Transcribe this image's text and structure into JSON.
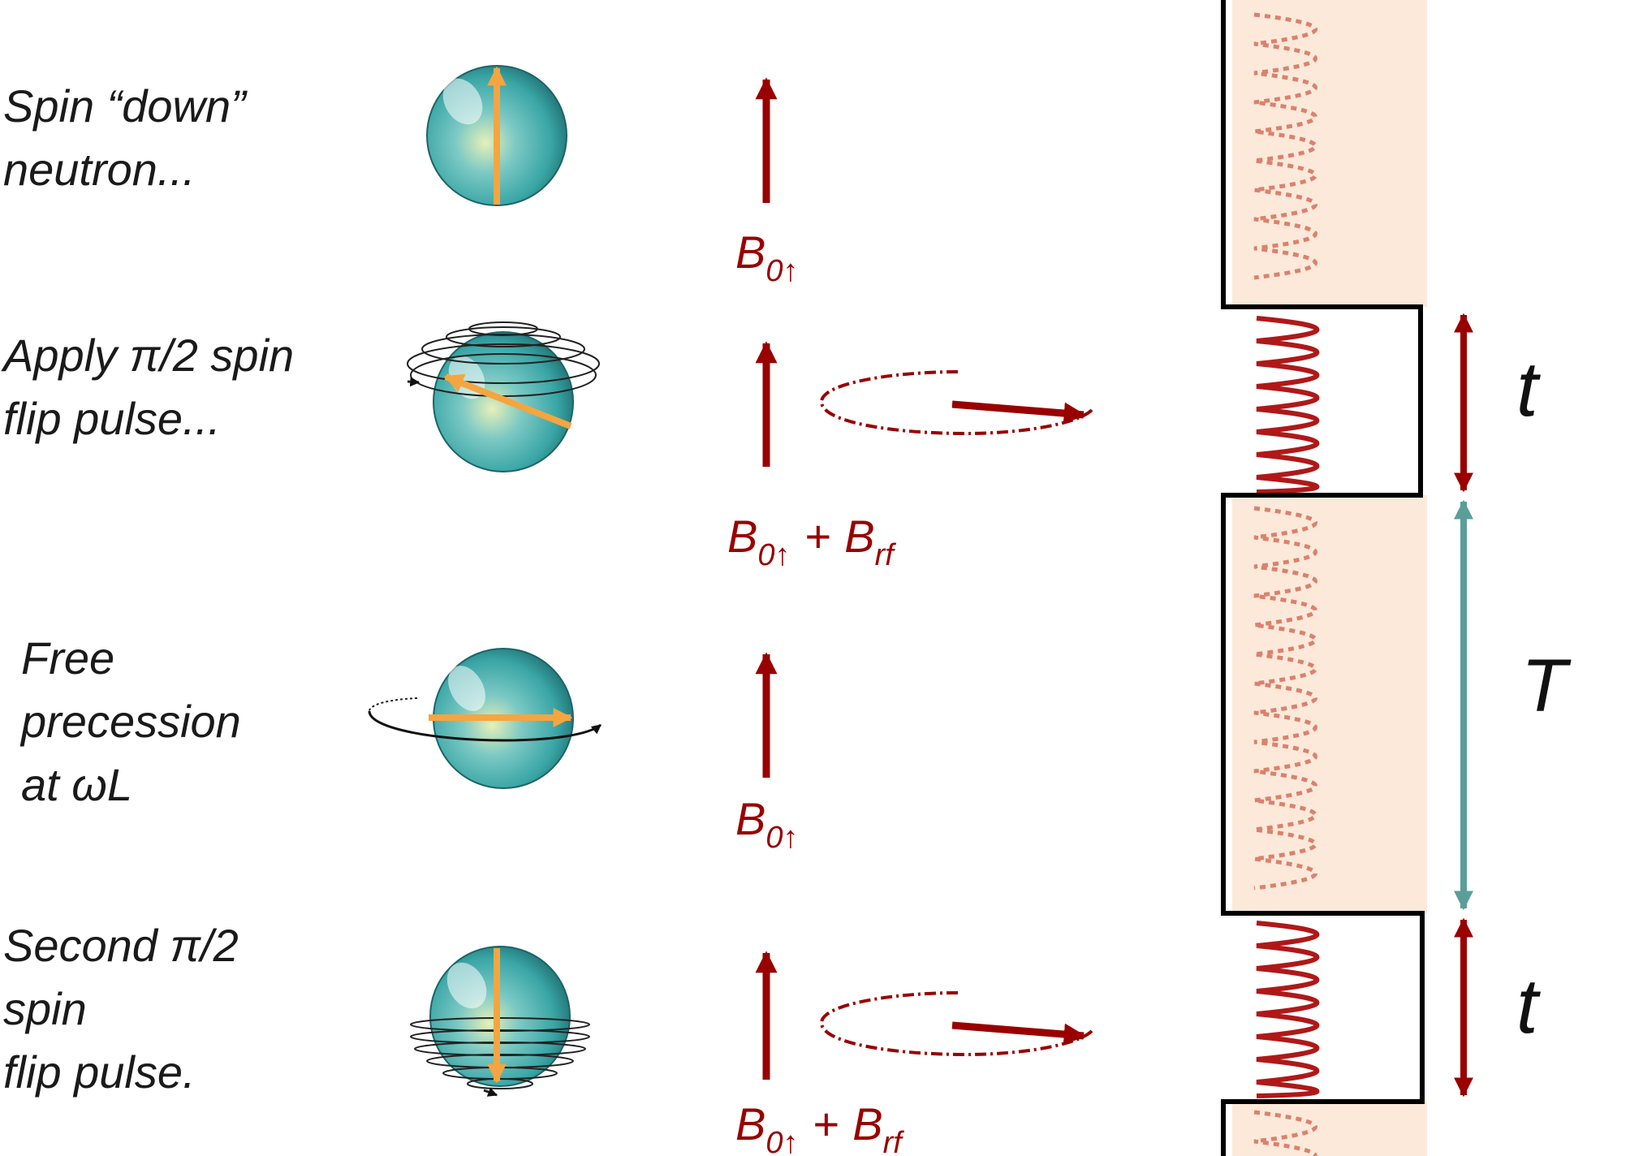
{
  "steps": [
    {
      "lines": [
        "Spin “down”",
        "neutron..."
      ]
    },
    {
      "lines": [
        "Apply π/2 spin",
        "flip pulse..."
      ]
    },
    {
      "lines": [
        "Free",
        "precession",
        "at ωL"
      ]
    },
    {
      "lines": [
        "Second π/2",
        "spin",
        "flip pulse."
      ]
    }
  ],
  "fields": {
    "b0": {
      "main": "B",
      "sub": "0↑"
    },
    "plus": "+",
    "brf": {
      "main": "B",
      "sub": "rf"
    }
  },
  "timing": {
    "pulse": "t",
    "gap": "T"
  },
  "colors": {
    "field": "#990000",
    "spin_arrow": "#f5a540",
    "sphere": "#3aa6a6",
    "timing_gap": "#5a9e9a",
    "background_band": "#fce9d9",
    "dotted_wave": "#d9826f",
    "pulse_wave": "#b01818",
    "envelope": "#000000"
  }
}
